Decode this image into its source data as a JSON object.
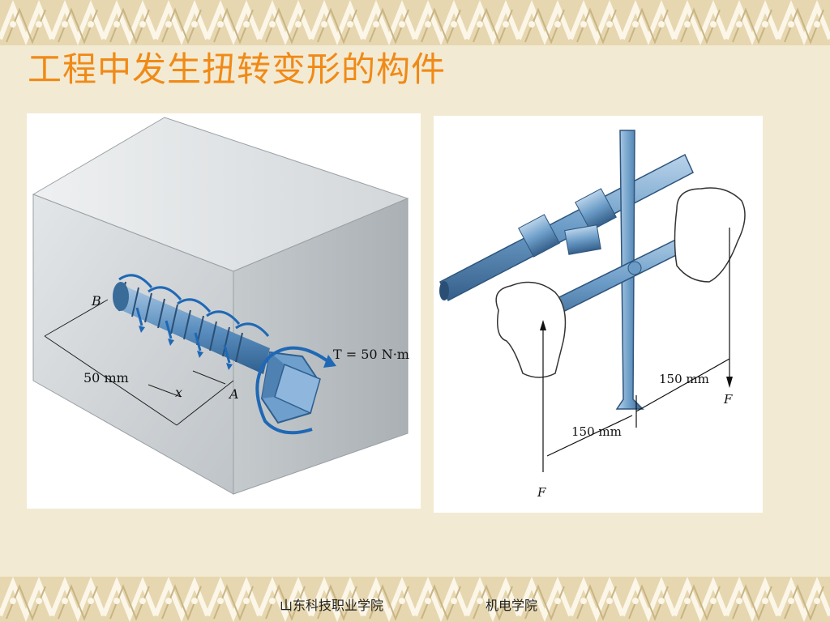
{
  "slide": {
    "title": "工程中发生扭转变形的构件",
    "footer_school": "山东科技职业学院",
    "footer_dept": "机电学院"
  },
  "figure_left": {
    "label_b": "B",
    "label_a": "A",
    "label_x": "x",
    "dim_length": "50 mm",
    "torque": "T = 50 N·m"
  },
  "figure_right": {
    "force_left": "F",
    "force_right": "F",
    "dim_left": "150 mm",
    "dim_right": "150 mm"
  },
  "colors": {
    "title": "#f08a16",
    "steel": "#5b8fbf",
    "arrow": "#1f68b5"
  }
}
